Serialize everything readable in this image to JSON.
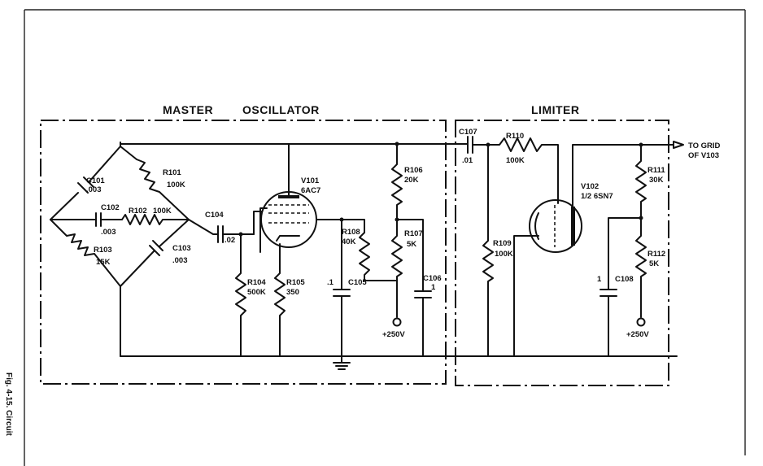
{
  "sections": {
    "master": "MASTER",
    "oscillator": "OSCILLATOR",
    "limiter": "LIMITER"
  },
  "caption": "Fig. 4-15. Circuit",
  "output": {
    "line1": "TO GRID",
    "line2": "OF V103"
  },
  "components": {
    "c101": {
      "name": "C101",
      "value": ".003"
    },
    "r101": {
      "name": "R101",
      "value": "100K"
    },
    "c102": {
      "name": "C102",
      "value": ".003"
    },
    "r102": {
      "name": "R102",
      "value": "100K"
    },
    "r103": {
      "name": "R103",
      "value": "15K"
    },
    "c103": {
      "name": "C103",
      "value": ".003"
    },
    "c104": {
      "name": "C104",
      "value": ".02"
    },
    "v101": {
      "name": "V101",
      "value": "6AC7"
    },
    "r104": {
      "name": "R104",
      "value": "500K"
    },
    "r105": {
      "name": "R105",
      "value": "350"
    },
    "r108": {
      "name": "R108",
      "value": "40K"
    },
    "c105": {
      "name": "C105",
      "value": ".1"
    },
    "r106": {
      "name": "R106",
      "value": "20K"
    },
    "r107": {
      "name": "R107",
      "value": "5K"
    },
    "c106": {
      "name": "C106",
      "value": "1"
    },
    "c107": {
      "name": "C107",
      "value": ".01"
    },
    "r110": {
      "name": "R110",
      "value": "100K"
    },
    "r109": {
      "name": "R109",
      "value": "100K"
    },
    "v102": {
      "name": "V102",
      "value": "1/2 6SN7"
    },
    "c108": {
      "name": "C108",
      "value": "1"
    },
    "r111": {
      "name": "R111",
      "value": "30K"
    },
    "r112": {
      "name": "R112",
      "value": "5K"
    }
  },
  "supplies": {
    "b_plus_1": "+250V",
    "b_plus_2": "+250V"
  }
}
